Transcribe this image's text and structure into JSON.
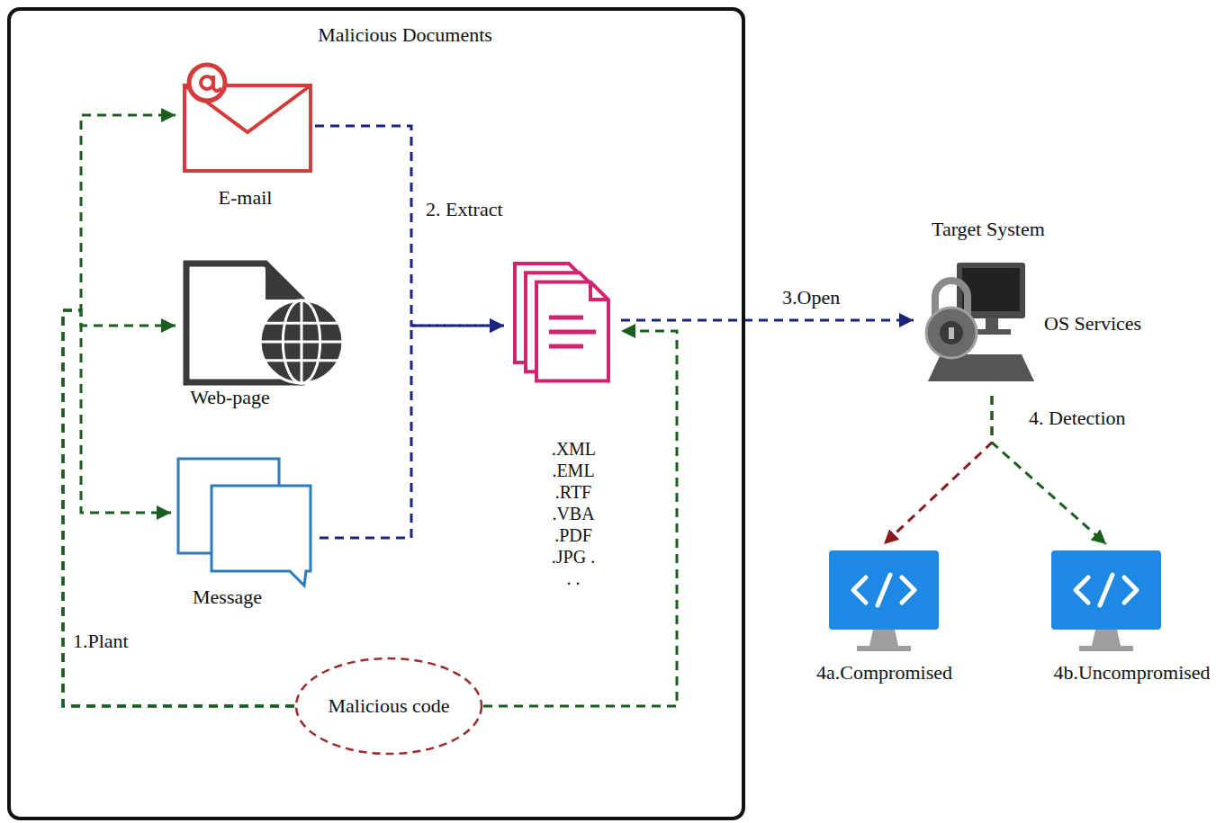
{
  "diagram": {
    "nodes": [
      {
        "text": [
          "Malicious Documents"
        ]
      },
      {
        "text": [
          "E-mail"
        ],
        "in": 0
      },
      {
        "text": [
          "Web-page"
        ],
        "in": 0
      },
      {
        "text": [
          "Message"
        ],
        "in": 0
      },
      {
        "text": [
          ".XML .EML .RTF .VBA .PDF .JPG . . ."
        ],
        "in": 0
      },
      {
        "text": [
          "Malicious code"
        ],
        "in": 0
      },
      {
        "text": [
          "Target System",
          "OS Services"
        ]
      },
      {
        "text": [
          "4a.Compromised"
        ]
      },
      {
        "text": [
          "4b.Uncompromised"
        ]
      }
    ],
    "edges": [
      {
        "from": 5,
        "to": 1,
        "arrow": "to",
        "label": "1.Plant"
      },
      {
        "from": 5,
        "to": 2,
        "arrow": "to"
      },
      {
        "from": 5,
        "to": 3,
        "arrow": "to"
      },
      {
        "from": 5,
        "to": 4,
        "arrow": "to"
      },
      {
        "from": 1,
        "to": 4,
        "arrow": "to",
        "label": "2. Extract"
      },
      {
        "from": 3,
        "to": 4,
        "arrow": "to"
      },
      {
        "from": 4,
        "to": 6,
        "arrow": "to",
        "label": "3.Open"
      },
      {
        "from": 6,
        "to": 7,
        "arrow": "to"
      },
      {
        "from": 6,
        "to": 8,
        "arrow": "to"
      }
    ],
    "labels": [
      "4. Detection"
    ]
  }
}
